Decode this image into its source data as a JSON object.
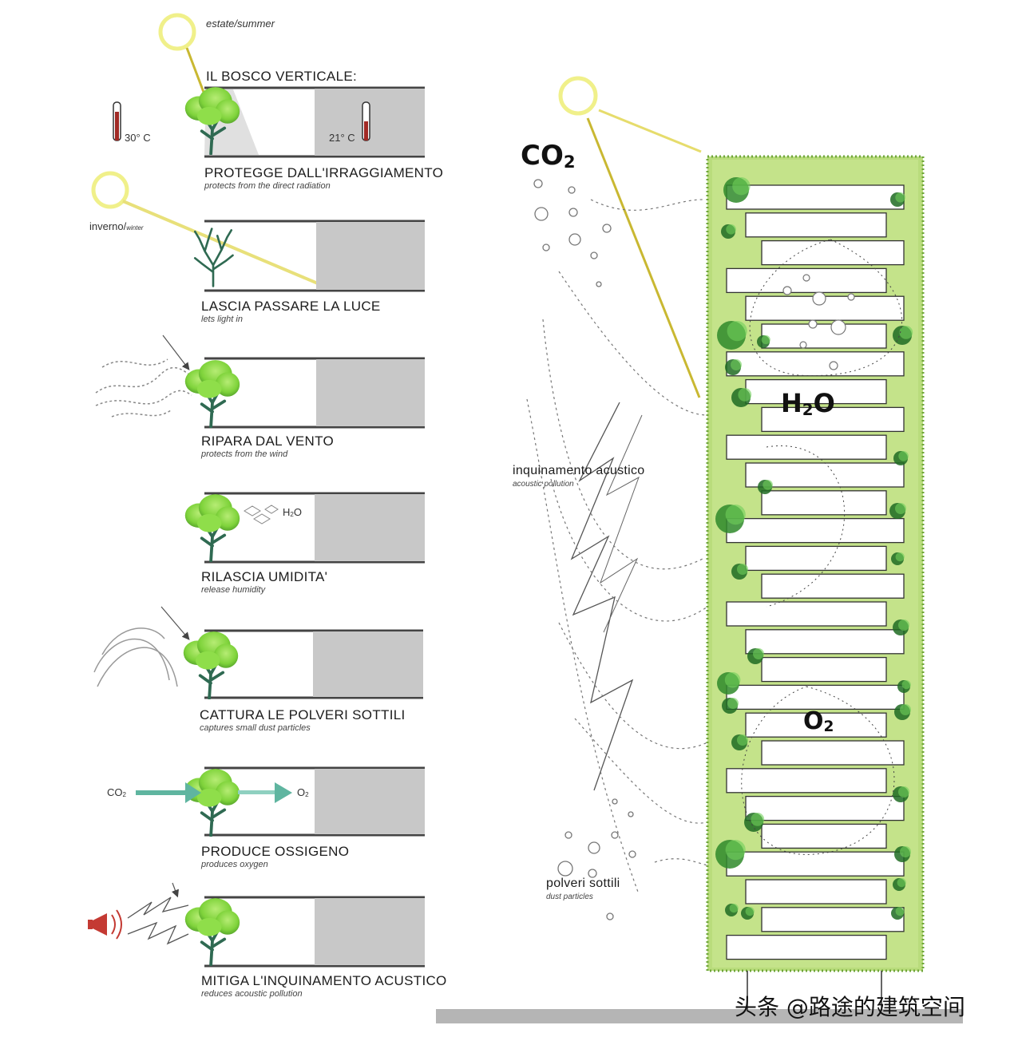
{
  "season_summer": "estate/summer",
  "season_winter": "inverno/",
  "season_winter_en": "winter",
  "section_title": "IL BOSCO VERTICALE:",
  "temp_outside": "30° C",
  "temp_inside": "21° C",
  "items": [
    {
      "title": "PROTEGGE DALL'IRRAGGIAMENTO",
      "subtitle": "protects from the direct radiation"
    },
    {
      "title": "LASCIA PASSARE LA LUCE",
      "subtitle": "lets light in"
    },
    {
      "title": "RIPARA  DAL VENTO",
      "subtitle": "protects from the wind"
    },
    {
      "title": "RILASCIA UMIDITA'",
      "subtitle": "release humidity"
    },
    {
      "title": "CATTURA LE POLVERI SOTTILI",
      "subtitle": "captures small dust particles"
    },
    {
      "title": "PRODUCE OSSIGENO",
      "subtitle": "produces oxygen"
    },
    {
      "title": "MITIGA L'INQUINAMENTO ACUSTICO",
      "subtitle": "reduces acoustic pollution"
    }
  ],
  "humidity_label": "H",
  "humidity_label_sub": "2",
  "humidity_label_end": "O",
  "co2_small": "CO",
  "co2_small_sub": "2",
  "o2_small": "O",
  "o2_small_sub": "2",
  "big_co2": "CO",
  "big_co2_sub": "2",
  "big_h2o": "H",
  "big_h2o_sub": "2",
  "big_h2o_end": "O",
  "big_o2": "O",
  "big_o2_sub": "2",
  "acoustic_title": "inquinamento acustico",
  "acoustic_subtitle": "acoustic pollution",
  "dust_title": "polveri sottili",
  "dust_subtitle": "dust particles",
  "watermark": "头条 @路途的建筑空间",
  "colors": {
    "sun_ring": "#f0f08a",
    "sun_line": "#c9b832",
    "tree_green": "#7fd33b",
    "tree_dark": "#2d6b2a",
    "trunk": "#2f6a52",
    "facade_green": "#b9dc7c",
    "facade_edge": "#6fa63a",
    "interior_grey": "#c8c8c8",
    "arrow_teal": "#5fb5a0"
  }
}
